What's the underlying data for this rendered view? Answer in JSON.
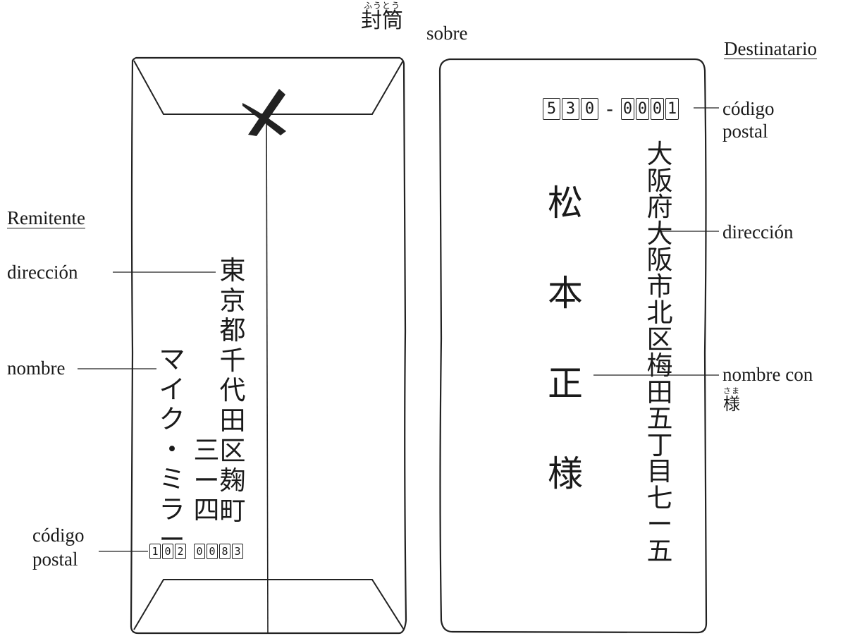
{
  "title": {
    "kanji": "封筒",
    "furigana": "ふうとう",
    "meaning": "sobre"
  },
  "back_envelope": {
    "heading": "Remitente",
    "labels": {
      "address": "dirección",
      "name": "nombre",
      "postal_code": [
        "código",
        "postal"
      ]
    },
    "address_lines": [
      [
        "東",
        "京",
        "都",
        "千",
        "代",
        "田",
        "区",
        "麹",
        "町"
      ],
      [
        "三",
        "ー",
        "四"
      ]
    ],
    "name_chars": [
      "マ",
      "イ",
      "ク",
      "・",
      "ミ",
      "ラ",
      "ー"
    ],
    "postal_code": [
      "1",
      "0",
      "2",
      "0",
      "0",
      "8",
      "3"
    ]
  },
  "front_envelope": {
    "heading": "Destinatario",
    "labels": {
      "postal_code": [
        "código",
        "postal"
      ],
      "address": "dirección",
      "name": "nombre con",
      "sama": "様",
      "sama_furigana": "さま"
    },
    "postal_code": [
      "5",
      "3",
      "0",
      "0",
      "0",
      "0",
      "1"
    ],
    "address_chars": [
      "大",
      "阪",
      "府",
      "大",
      "阪",
      "市",
      "北",
      "区",
      "梅",
      "田",
      "五",
      "丁",
      "目",
      "七",
      "ー",
      "五"
    ],
    "name_chars": [
      "松",
      "本",
      "正",
      "様"
    ]
  }
}
